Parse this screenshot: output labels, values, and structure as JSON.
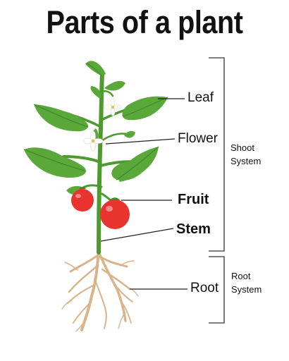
{
  "title": "Parts of a plant",
  "labels": {
    "leaf": "Leaf",
    "flower": "Flower",
    "fruit": "Fruit",
    "stem": "Stem",
    "root": "Root"
  },
  "groups": {
    "shoot_line1": "Shoot",
    "shoot_line2": "System",
    "root_line1": "Root",
    "root_line2": "System"
  },
  "colors": {
    "leaf": "#5aa83a",
    "leaf_dark": "#3f8a2a",
    "stem": "#4d9a2e",
    "fruit": "#e8332e",
    "flower": "#ffffff",
    "root": "#d9b48a",
    "line": "#222222"
  }
}
